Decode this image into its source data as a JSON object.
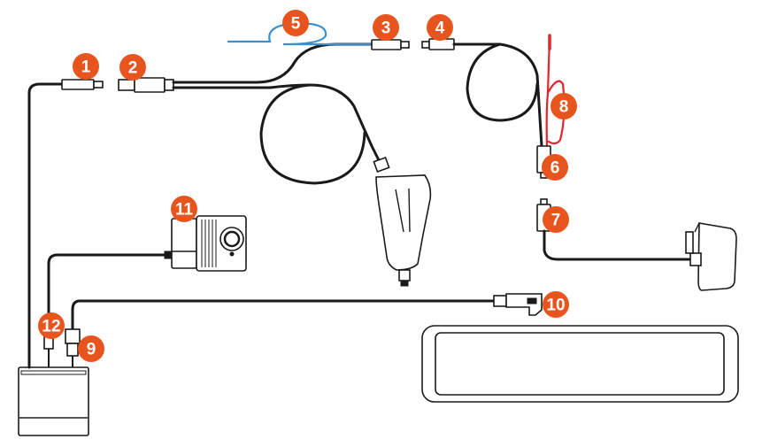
{
  "callouts": [
    "1",
    "2",
    "3",
    "4",
    "5",
    "6",
    "7",
    "8",
    "9",
    "10",
    "11",
    "12"
  ],
  "colors": {
    "callout": "#e8541e",
    "cable": "#1a1a1a",
    "blue_wire": "#3a8fd0",
    "red_wire": "#e4252c"
  }
}
